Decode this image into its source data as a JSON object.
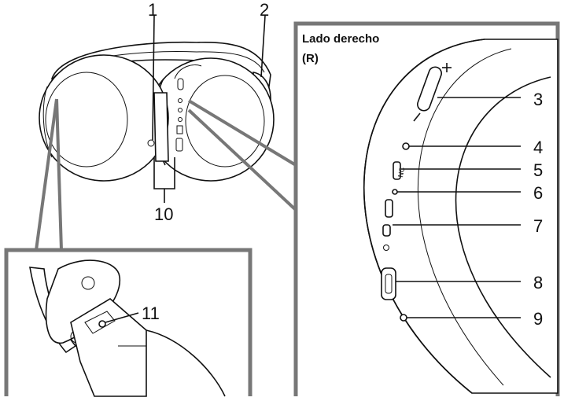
{
  "panel_title_line1": "Lado derecho",
  "panel_title_line2": "(R)",
  "callouts": {
    "c1": "1",
    "c2": "2",
    "c3": "3",
    "c4": "4",
    "c5": "5",
    "c6": "6",
    "c7": "7",
    "c8": "8",
    "c9": "9",
    "c10": "10",
    "c11": "11"
  },
  "icons": [
    "headphones-overview",
    "right-earcup-closeup",
    "left-earcup-closeup"
  ]
}
